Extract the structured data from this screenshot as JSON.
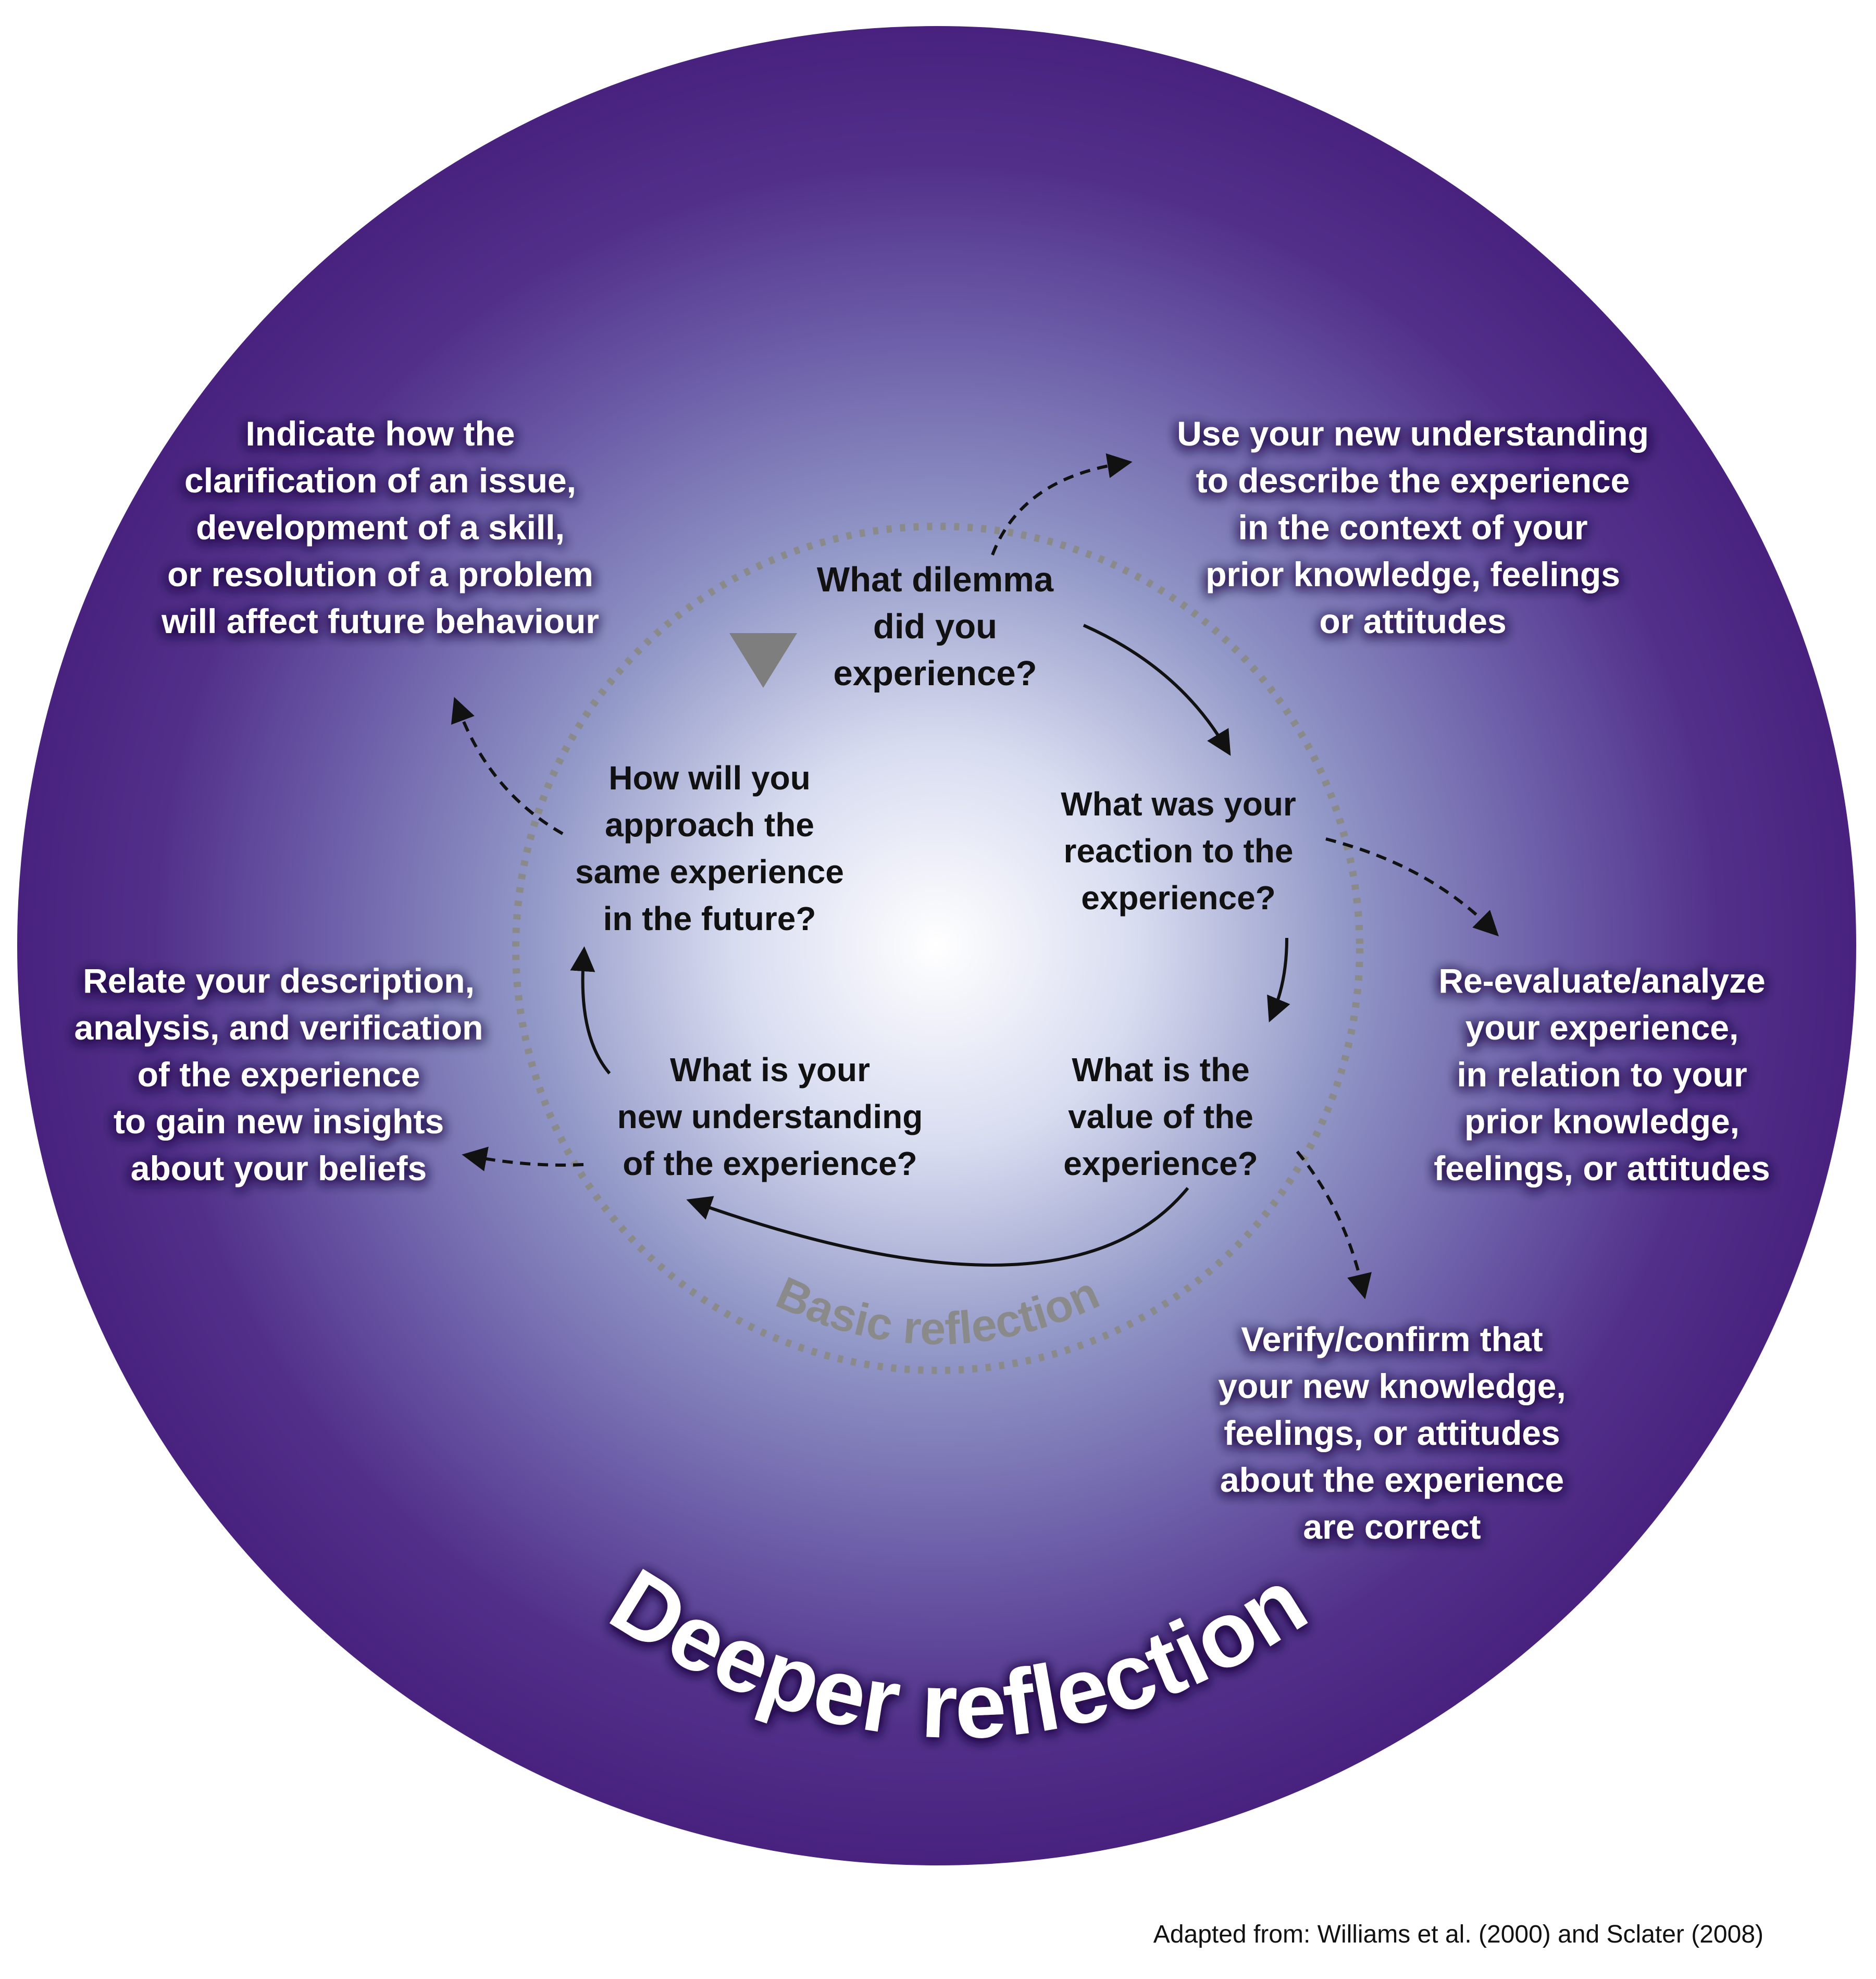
{
  "deeper_label": "Deeper reflection",
  "basic_label": "Basic reflection",
  "credit": "Adapted from: Williams et al. (2000) and Sclater (2008)",
  "inner_questions": [
    {
      "id": "dilemma",
      "lines": [
        "What dilemma",
        "did you",
        "experience?"
      ]
    },
    {
      "id": "reaction",
      "lines": [
        "What was your",
        "reaction to the",
        "experience?"
      ]
    },
    {
      "id": "value",
      "lines": [
        "What is the",
        "value of the",
        "experience?"
      ]
    },
    {
      "id": "understanding",
      "lines": [
        "What is your",
        "new understanding",
        "of the experience?"
      ]
    },
    {
      "id": "approach",
      "lines": [
        "How will you",
        "approach the",
        "same experience",
        "in the future?"
      ]
    }
  ],
  "outer_prompts": [
    {
      "id": "use",
      "lines": [
        "Use your new understanding",
        "to describe the experience",
        "in the context of your",
        "prior knowledge, feelings",
        "or attitudes"
      ]
    },
    {
      "id": "reevaluate",
      "lines": [
        "Re-evaluate/analyze",
        "your experience,",
        "in relation to your",
        "prior knowledge,",
        "feelings, or attitudes"
      ]
    },
    {
      "id": "verify",
      "lines": [
        "Verify/confirm that",
        "your new knowledge,",
        "feelings, or attitudes",
        "about the experience",
        "are correct"
      ]
    },
    {
      "id": "relate",
      "lines": [
        "Relate your description,",
        "analysis, and verification",
        "of the experience",
        "to gain new insights",
        "about your beliefs"
      ]
    },
    {
      "id": "indicate",
      "lines": [
        "Indicate how the",
        "clarification of an issue,",
        "development of a skill,",
        "or resolution of a problem",
        "will affect future behaviour"
      ]
    }
  ],
  "colors": {
    "outer_purple": "#4b2480",
    "center_white": "#ffffff",
    "dotted_gray": "#8a8a8a",
    "arrow_black": "#111111"
  }
}
